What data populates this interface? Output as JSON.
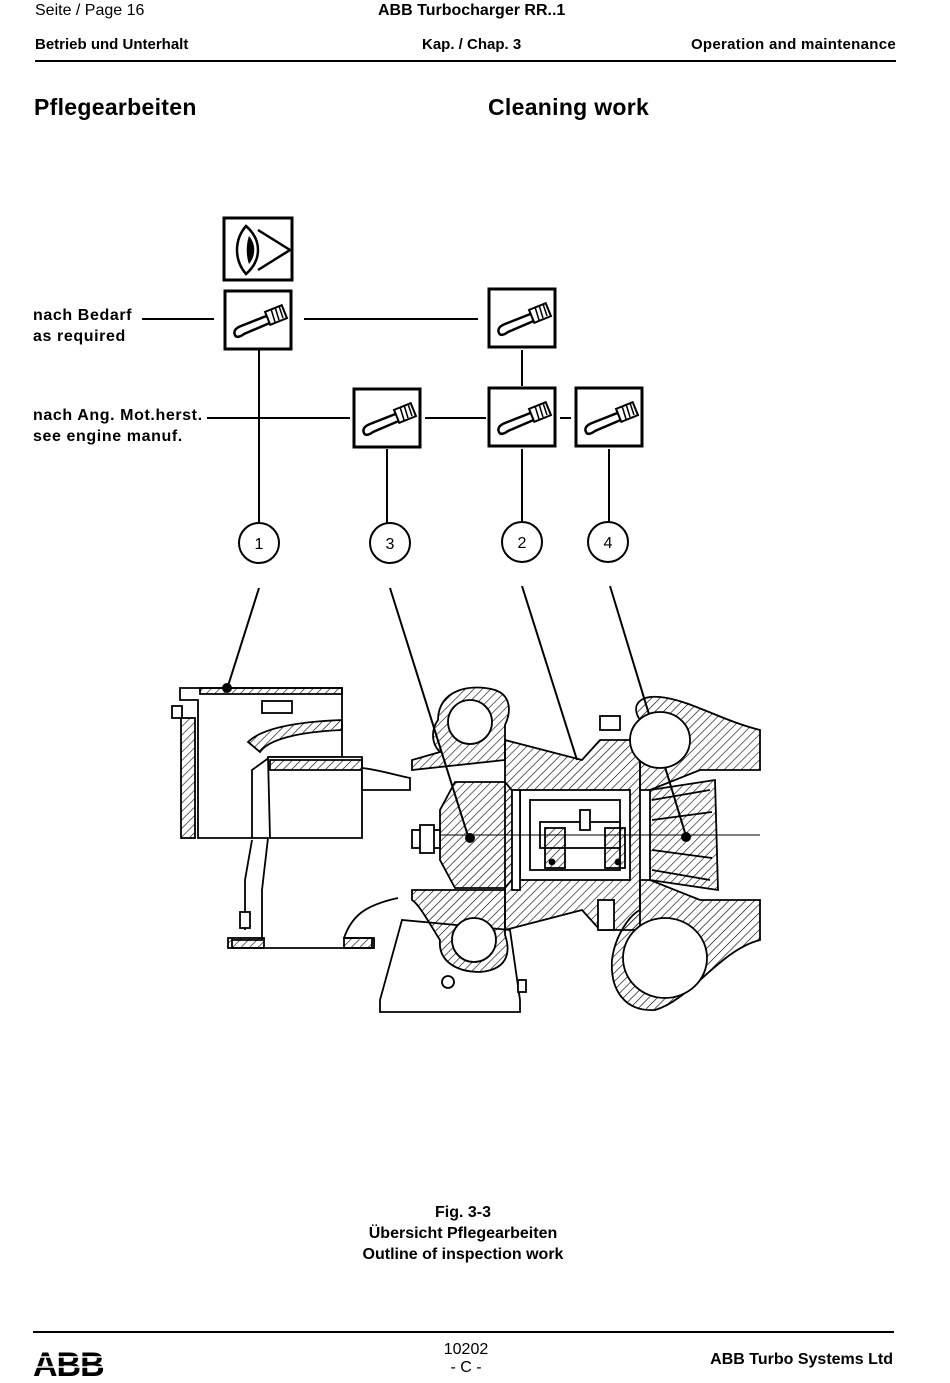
{
  "header": {
    "page": "Seite / Page  16",
    "product": "ABB Turbocharger RR..1",
    "section_de": "Betrieb und Unterhalt",
    "chapter": "Kap. / Chap. 3",
    "section_en": "Operation and maintenance"
  },
  "titles": {
    "de": "Pflegearbeiten",
    "en": "Cleaning  work"
  },
  "legend": {
    "as_required_de": "nach Bedarf",
    "as_required_en": "as required",
    "engine_de": "nach Ang. Mot.herst.",
    "engine_en": "see engine manuf."
  },
  "icons": {
    "inspect": "eye-inspection-icon",
    "clean": "brush-cleaning-icon"
  },
  "callouts": [
    "1",
    "3",
    "2",
    "4"
  ],
  "figure": {
    "number": "Fig. 3-3",
    "caption_de": "Übersicht Pflegearbeiten",
    "caption_en": "Outline of inspection work"
  },
  "footer": {
    "logo": "ABB",
    "doc_number": "10202",
    "revision": "- C -",
    "company": "ABB Turbo Systems Ltd"
  }
}
